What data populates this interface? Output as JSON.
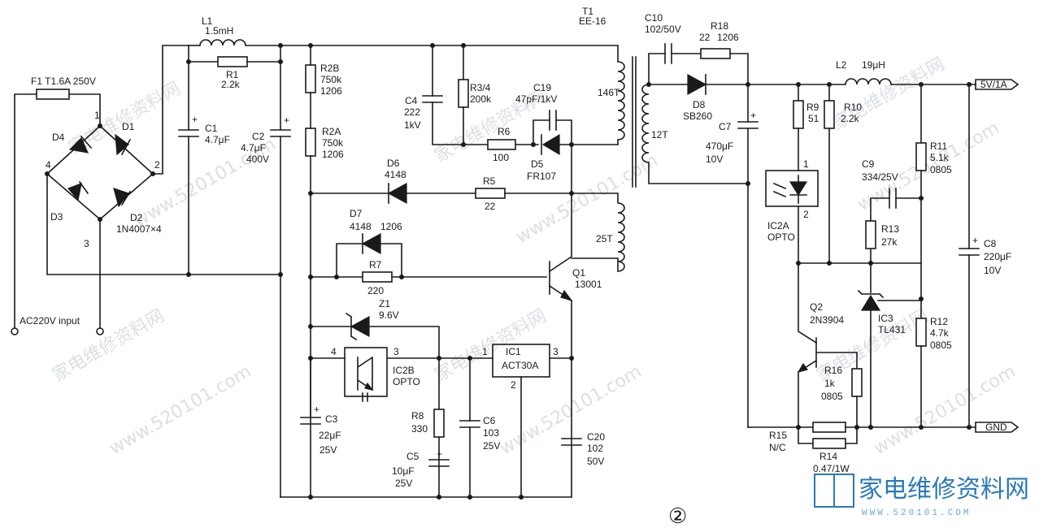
{
  "watermark": {
    "cn": "家电维修资料网",
    "url": "www.520101.com"
  },
  "brand": {
    "name": "家电维修资料网",
    "url": "WWW.520101.COM"
  },
  "figure_number": "②",
  "input": {
    "label": "AC220V input"
  },
  "outputs": {
    "vout": "5V/1A",
    "gnd": "GND"
  },
  "components": {
    "F1": "F1 T1.6A 250V",
    "L1": {
      "name": "L1",
      "value": "1.5mH"
    },
    "R1": {
      "name": "R1",
      "value": "2.2k"
    },
    "D1": "D1",
    "D2": "D2",
    "D3": "D3",
    "D4": "D4",
    "bridge_note": "1N4007×4",
    "bridge_pins": [
      "1",
      "2",
      "3",
      "4"
    ],
    "C1": {
      "name": "C1",
      "value": "4.7μF"
    },
    "C2": {
      "name": "C2",
      "value": "4.7μF",
      "voltage": "400V"
    },
    "R2B": {
      "name": "R2B",
      "value": "750k",
      "pkg": "1206"
    },
    "R2A": {
      "name": "R2A",
      "value": "750k",
      "pkg": "1206"
    },
    "C4": {
      "name": "C4",
      "value": "222",
      "voltage": "1kV"
    },
    "R34": {
      "name": "R3/4",
      "value": "200k"
    },
    "C19": {
      "name": "C19",
      "value": "47pF/1kV"
    },
    "R6": {
      "name": "R6",
      "value": "100"
    },
    "D5": {
      "name": "D5",
      "value": "FR107"
    },
    "T1": {
      "name": "T1",
      "value": "EE-16",
      "w1": "146T",
      "w2": "25T",
      "w3": "12T"
    },
    "D6": {
      "name": "D6",
      "value": "4148"
    },
    "R5": {
      "name": "R5",
      "value": "22"
    },
    "D7": {
      "name": "D7",
      "value": "4148",
      "pkg": "1206"
    },
    "R7": {
      "name": "R7",
      "value": "220"
    },
    "Q1": {
      "name": "Q1",
      "value": "13001"
    },
    "Z1": {
      "name": "Z1",
      "value": "9.6V"
    },
    "IC2B": {
      "name": "IC2B",
      "value": "OPTO",
      "pin4": "4",
      "pin3": "3"
    },
    "IC1": {
      "name": "IC1",
      "value": "ACT30A",
      "pin1": "1",
      "pin2": "2",
      "pin3": "3"
    },
    "C3": {
      "name": "C3",
      "value": "22μF",
      "voltage": "25V"
    },
    "R8": {
      "name": "R8",
      "value": "330"
    },
    "C5": {
      "name": "C5",
      "value": "10μF",
      "voltage": "25V"
    },
    "C6": {
      "name": "C6",
      "value": "103",
      "voltage": "25V"
    },
    "C20": {
      "name": "C20",
      "value": "102",
      "voltage": "50V"
    },
    "C10": {
      "name": "C10",
      "value": "102/50V"
    },
    "R18": {
      "name": "R18",
      "value": "22",
      "pkg": "1206"
    },
    "D8": {
      "name": "D8",
      "value": "SB260"
    },
    "C7": {
      "name": "C7",
      "value": "470μF",
      "voltage": "10V"
    },
    "L2": {
      "name": "L2",
      "value": "19μH"
    },
    "R9": {
      "name": "R9",
      "value": "51"
    },
    "R10": {
      "name": "R10",
      "value": "2.2k"
    },
    "IC2A": {
      "name": "IC2A",
      "value": "OPTO",
      "pin1": "1",
      "pin2": "2"
    },
    "C9": {
      "name": "C9",
      "value": "334/25V"
    },
    "R11": {
      "name": "R11",
      "value": "5.1k",
      "pkg": "0805"
    },
    "R13": {
      "name": "R13",
      "value": "27k"
    },
    "C8": {
      "name": "C8",
      "value": "220μF",
      "voltage": "10V"
    },
    "Q2": {
      "name": "Q2",
      "value": "2N3904"
    },
    "IC3": {
      "name": "IC3",
      "value": "TL431"
    },
    "R12": {
      "name": "R12",
      "value": "4.7k",
      "pkg": "0805"
    },
    "R16": {
      "name": "R16",
      "value": "1k",
      "pkg": "0805"
    },
    "R15": {
      "name": "R15",
      "value": "N/C"
    },
    "R14": {
      "name": "R14",
      "value": "0.47/1W"
    }
  }
}
